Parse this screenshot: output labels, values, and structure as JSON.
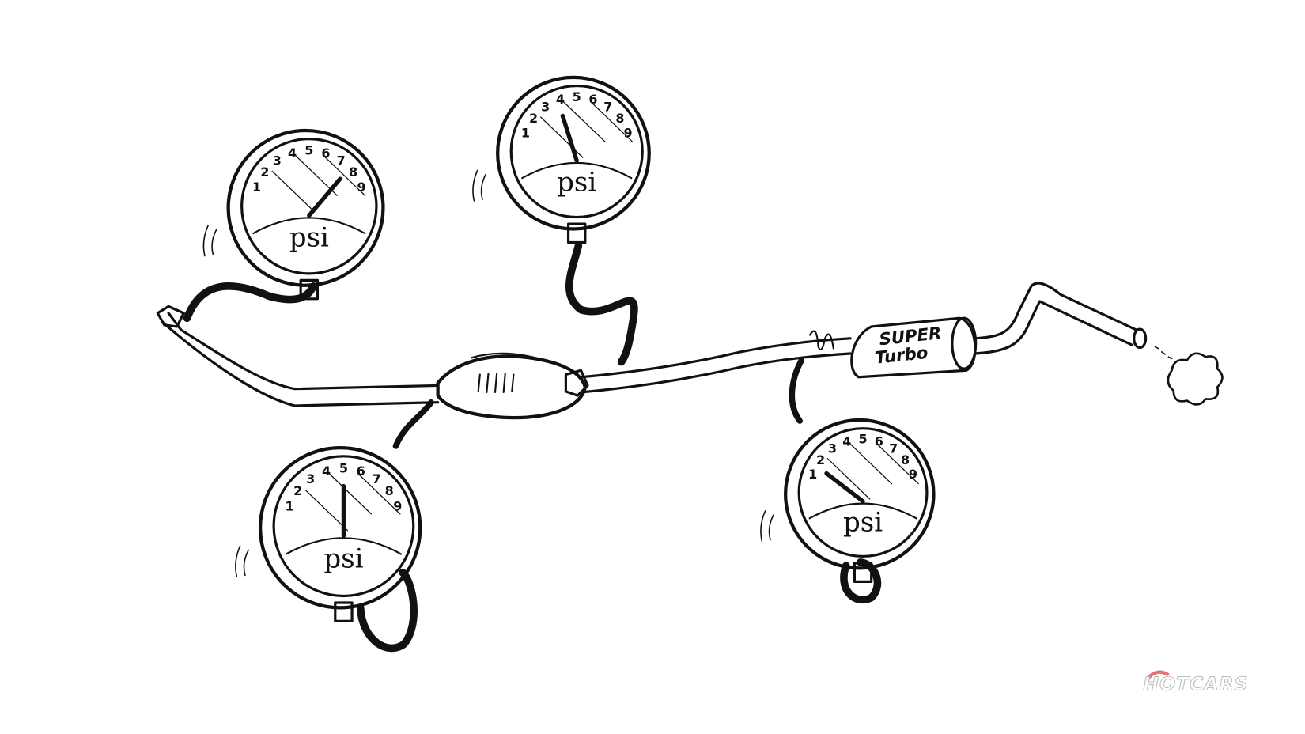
{
  "gauges": [
    {
      "id": "inlet",
      "unit": "psi",
      "scale": [
        "1",
        "2",
        "3",
        "4",
        "5",
        "6",
        "7",
        "8",
        "9"
      ],
      "reading": 7.3
    },
    {
      "id": "pre-muffler",
      "unit": "psi",
      "scale": [
        "1",
        "2",
        "3",
        "4",
        "5",
        "6",
        "7",
        "8",
        "9"
      ],
      "reading": 4
    },
    {
      "id": "pre-converter",
      "unit": "psi",
      "scale": [
        "1",
        "2",
        "3",
        "4",
        "5",
        "6",
        "7",
        "8",
        "9"
      ],
      "reading": 5
    },
    {
      "id": "post-muffler",
      "unit": "psi",
      "scale": [
        "1",
        "2",
        "3",
        "4",
        "5",
        "6",
        "7",
        "8",
        "9"
      ],
      "reading": 2
    }
  ],
  "muffler": {
    "line1": "SUPER",
    "line2": "Turbo"
  },
  "watermark": "HOTCARS",
  "colors": {
    "ink": "#111111",
    "watermark_accent": "#e87070"
  }
}
